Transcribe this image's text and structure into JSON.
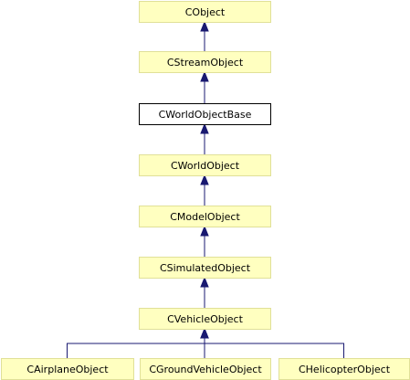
{
  "diagram": {
    "type": "class-inheritance-graph",
    "colors": {
      "node_fill": "#ffffc0",
      "node_stroke": "#e0e098",
      "current_fill": "#ffffff",
      "current_stroke": "#000000",
      "edge": "#191970"
    },
    "nodes": [
      {
        "id": "cobject",
        "label": "CObject"
      },
      {
        "id": "cstreamobject",
        "label": "CStreamObject"
      },
      {
        "id": "cworldobjectbase",
        "label": "CWorldObjectBase",
        "current": true
      },
      {
        "id": "cworldobject",
        "label": "CWorldObject"
      },
      {
        "id": "cmodelobject",
        "label": "CModelObject"
      },
      {
        "id": "csimulatedobject",
        "label": "CSimulatedObject"
      },
      {
        "id": "cvehicleobject",
        "label": "CVehicleObject"
      },
      {
        "id": "cairplaneobject",
        "label": "CAirplaneObject"
      },
      {
        "id": "cgroundvehicleobject",
        "label": "CGroundVehicleObject"
      },
      {
        "id": "chelicopterobject",
        "label": "CHelicopterObject"
      }
    ],
    "edges": [
      {
        "from": "cstreamobject",
        "to": "cobject"
      },
      {
        "from": "cworldobjectbase",
        "to": "cstreamobject"
      },
      {
        "from": "cworldobject",
        "to": "cworldobjectbase"
      },
      {
        "from": "cmodelobject",
        "to": "cworldobject"
      },
      {
        "from": "csimulatedobject",
        "to": "cmodelobject"
      },
      {
        "from": "cvehicleobject",
        "to": "csimulatedobject"
      },
      {
        "from": "cairplaneobject",
        "to": "cvehicleobject"
      },
      {
        "from": "cgroundvehicleobject",
        "to": "cvehicleobject"
      },
      {
        "from": "chelicopterobject",
        "to": "cvehicleobject"
      }
    ]
  }
}
